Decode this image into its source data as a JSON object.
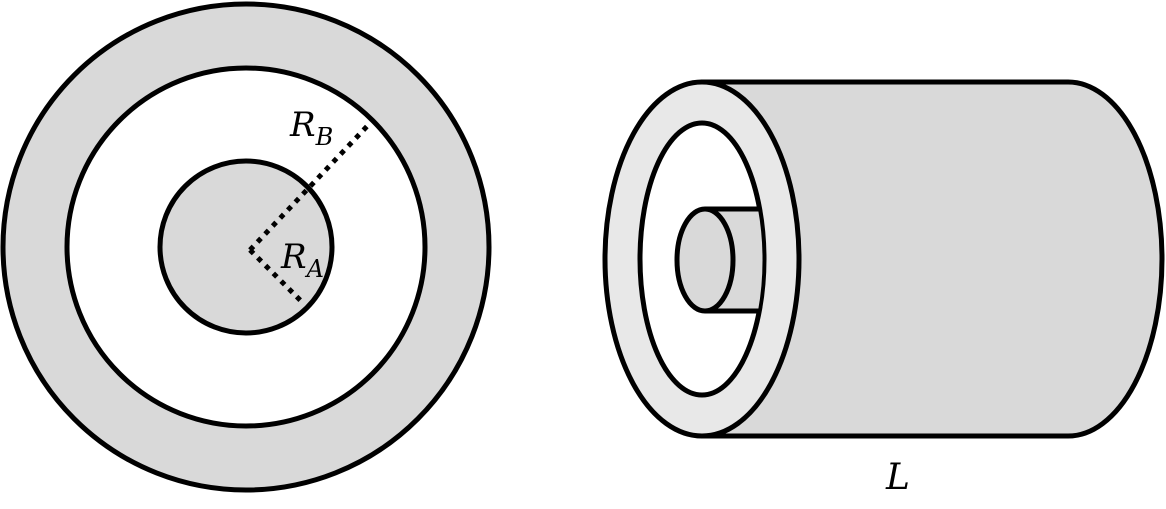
{
  "figure": {
    "description": "Coaxial cylinder cross-section and 3D view",
    "colors": {
      "stroke": "#000000",
      "fill_dark": "#d9d9d9",
      "fill_light": "#e8e8e8",
      "background": "#ffffff"
    }
  },
  "cross_section": {
    "labels": {
      "outer_radius": {
        "main": "R",
        "sub": "B"
      },
      "inner_radius": {
        "main": "R",
        "sub": "A"
      }
    }
  },
  "cylinder_view": {
    "labels": {
      "length": "L"
    }
  }
}
